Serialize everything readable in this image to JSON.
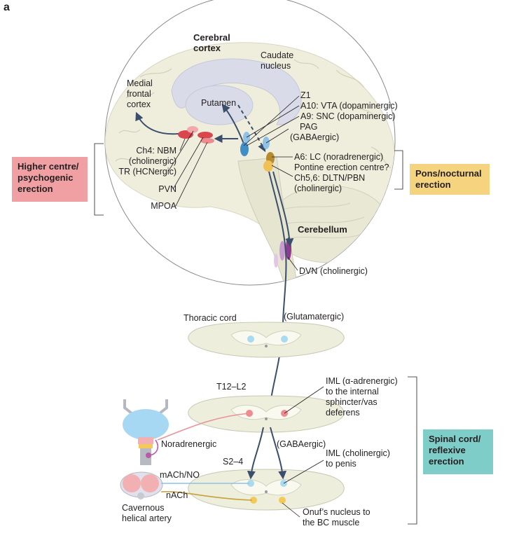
{
  "panel_label": "a",
  "brain": {
    "cerebral_cortex": [
      "Cerebral",
      "cortex"
    ],
    "caudate_nucleus": [
      "Caudate",
      "nucleus"
    ],
    "medial_frontal_cortex": [
      "Medial",
      "frontal",
      "cortex"
    ],
    "putamen": "Putamen",
    "cerebellum": "Cerebellum"
  },
  "left_labels": {
    "ch4": [
      "Ch4: NBM",
      "(cholinergic)"
    ],
    "tr": "TR (HCNergic)",
    "pvn": "PVN",
    "mpoa": "MPOA"
  },
  "right_labels": {
    "z1": "Z1",
    "a10": "A10: VTA (dopaminergic)",
    "a9": "A9: SNC (dopaminergic)",
    "pag": [
      "PAG",
      "(GABAergic)"
    ],
    "a6": "A6: LC (noradrenergic)",
    "pontine": "Pontine erection centre?",
    "ch56": [
      "Ch5,6: DLTN/PBN",
      "(cholinergic)"
    ],
    "dvn": "DVN (cholinergic)"
  },
  "categories": {
    "higher": [
      "Higher centre/",
      "psychogenic",
      "erection"
    ],
    "pons": [
      "Pons/nocturnal",
      "erection"
    ],
    "spinal": [
      "Spinal cord/",
      "reflexive",
      "erection"
    ]
  },
  "spinal": {
    "thoracic": "Thoracic cord",
    "glutamatergic": "(Glutamatergic)",
    "t12l2": "T12–L2",
    "iml_alpha": [
      "IML (α-adrenergic)",
      "to the internal",
      "sphincter/vas",
      "deferens"
    ],
    "gabaergic": "(GABAergic)",
    "s24": "S2–4",
    "iml_chol": [
      "IML (cholinergic)",
      "to penis"
    ],
    "onuf": [
      "Onuf’s nucleus to",
      "the BC muscle"
    ]
  },
  "periphery": {
    "noradrenergic": "Noradrenergic",
    "mach_no": "mACh/NO",
    "nach": "nACh",
    "cavernous": [
      "Cavernous",
      "helical artery"
    ]
  },
  "colors": {
    "higher_box": "#f0a0a3",
    "pons_box": "#f6d47f",
    "spinal_box": "#7fcdc8",
    "pathway": "#3b4e6b",
    "brain_tissue": "#efeedd",
    "cord_tissue": "#edeedc",
    "ventricle": "#d9dce8",
    "cholinergic_blue": "#9fd3ea",
    "adrenergic_red": "#e8777b",
    "onuf_yellow": "#f3c95a"
  }
}
